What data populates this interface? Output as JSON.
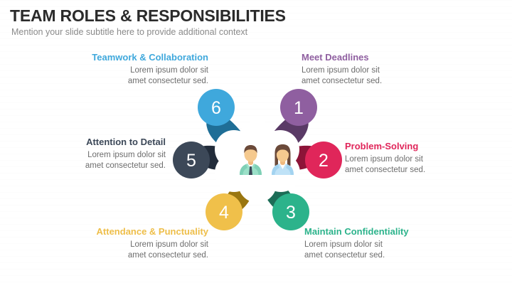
{
  "header": {
    "title": "TEAM ROLES & RESPONSIBILITIES",
    "subtitle": "Mention your slide subtitle here to provide additional context"
  },
  "center": {
    "icon": "two-people-icon",
    "shape": "white-flower-cloud"
  },
  "body_text": {
    "line1": "Lorem ipsum dolor sit",
    "line2": "amet consectetur sed."
  },
  "palette": {
    "purple": "#8F5FA0",
    "purple_dark": "#5A3A66",
    "crimson": "#E0265A",
    "crimson_dark": "#8C1438",
    "green": "#2CB38B",
    "green_dark": "#1C6D57",
    "yellow": "#F0C04A",
    "yellow_dark": "#9A7610",
    "slate": "#3C4858",
    "slate_dark": "#222C3A",
    "blue": "#3FA8DC",
    "blue_dark": "#1F6E96",
    "title_gray": "#2b2b2b",
    "subtitle_gray": "#8a8a8a",
    "body_gray": "#6d6d6d"
  },
  "petals": [
    {
      "number": "1",
      "label": "Meet Deadlines",
      "color": "#8F5FA0",
      "tail_color": "#5A3A66",
      "label_color": "#8F5FA0",
      "align": "left",
      "position": "top-right"
    },
    {
      "number": "2",
      "label": "Problem-Solving",
      "color": "#E0265A",
      "tail_color": "#8C1438",
      "label_color": "#E0265A",
      "align": "left",
      "position": "right"
    },
    {
      "number": "3",
      "label": "Maintain Confidentiality",
      "color": "#2CB38B",
      "tail_color": "#1C6D57",
      "label_color": "#2CB38B",
      "align": "left",
      "position": "bottom-right"
    },
    {
      "number": "4",
      "label": "Attendance & Punctuality",
      "color": "#F0C04A",
      "tail_color": "#9A7610",
      "label_color": "#EEBE49",
      "align": "right",
      "position": "bottom-left"
    },
    {
      "number": "5",
      "label": "Attention to Detail",
      "color": "#3C4858",
      "tail_color": "#222C3A",
      "label_color": "#3C4858",
      "align": "right",
      "position": "left"
    },
    {
      "number": "6",
      "label": "Teamwork & Collaboration",
      "color": "#3FA8DC",
      "tail_color": "#1F6E96",
      "label_color": "#3FA8DC",
      "align": "right",
      "position": "top-left"
    }
  ]
}
